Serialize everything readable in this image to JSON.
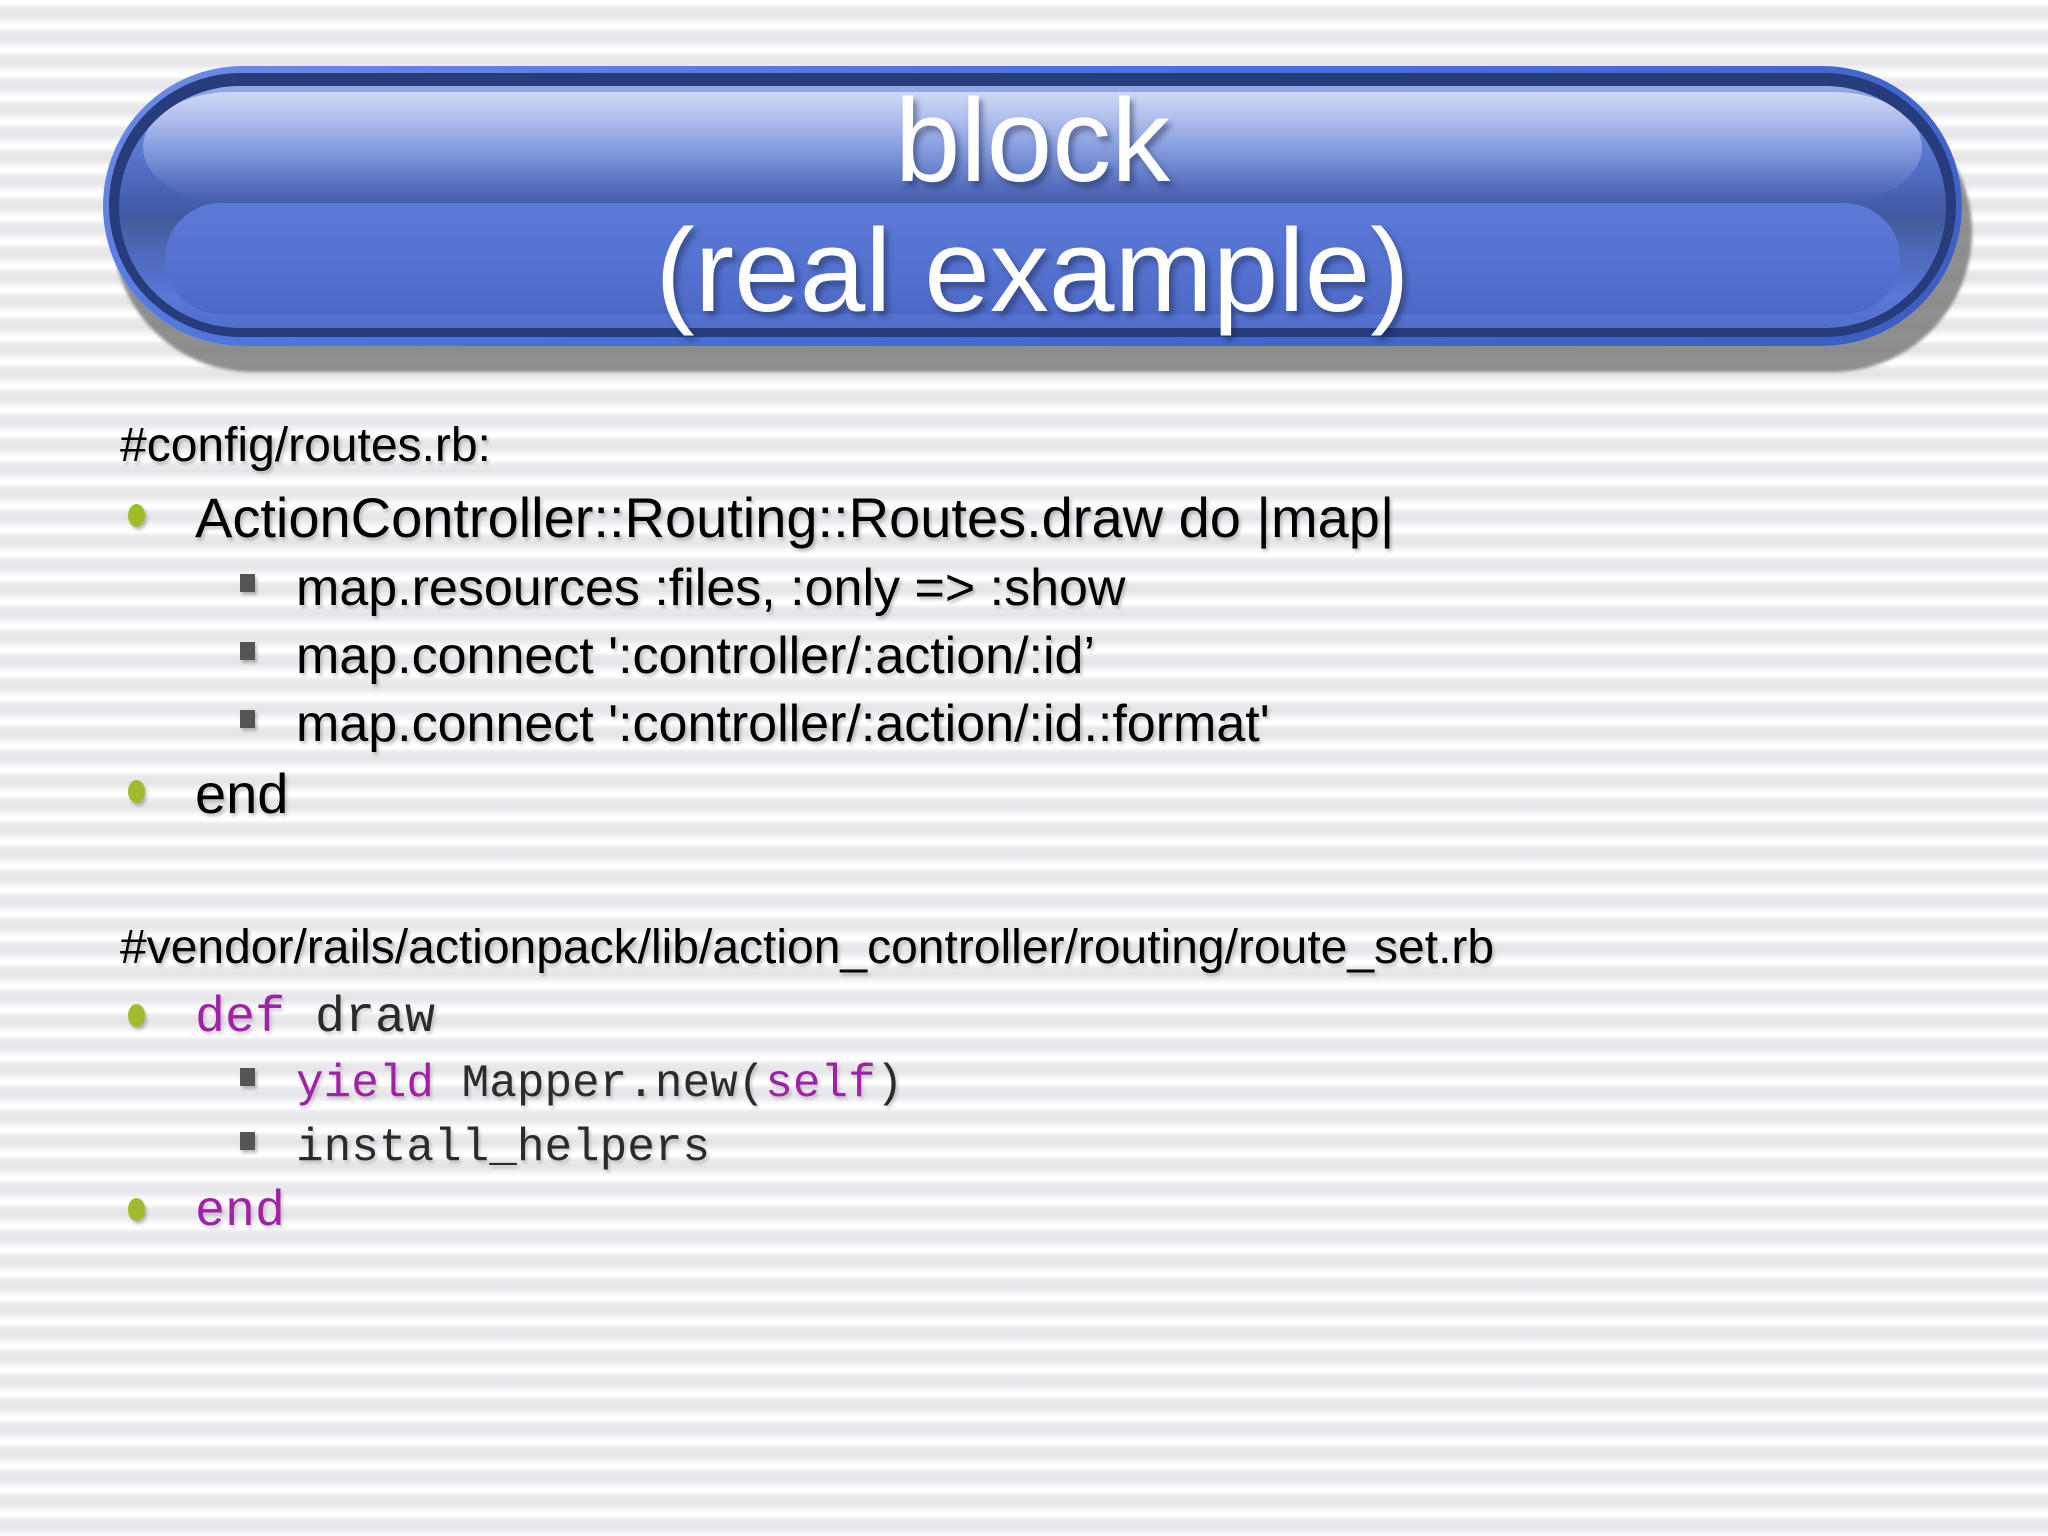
{
  "slide": {
    "title": {
      "line1": "block",
      "line2": "(real example)"
    },
    "body": {
      "config_comment": "#config/routes.rb:",
      "routes_draw": "ActionController::Routing::Routes.draw do |map|",
      "map_resources": "map.resources :files, :only => :show",
      "map_connect_1": "map.connect ':controller/:action/:id’",
      "map_connect_2": "map.connect ':controller/:action/:id.:format'",
      "routes_end": "end",
      "vendor_comment": "#vendor/rails/actionpack/lib/action_controller/routing/route_set.rb"
    },
    "code": {
      "def_keyword": "def",
      "def_name": " draw",
      "yield_keyword": "yield",
      "yield_call": " Mapper.new(",
      "yield_self": "self",
      "yield_close": ")",
      "install_helpers": "install_helpers",
      "end_keyword": "end"
    },
    "colors": {
      "keyword": "#A120A8",
      "code_text": "#2B2B2B",
      "bullet_dot": "#9DBE2A",
      "bullet_square": "#555555",
      "title_text": "#FFFFFF",
      "pill_outer": "#4A71DC",
      "pill_dark_rim": "#273C7A",
      "pill_shadow": "#8A8A8A"
    }
  }
}
